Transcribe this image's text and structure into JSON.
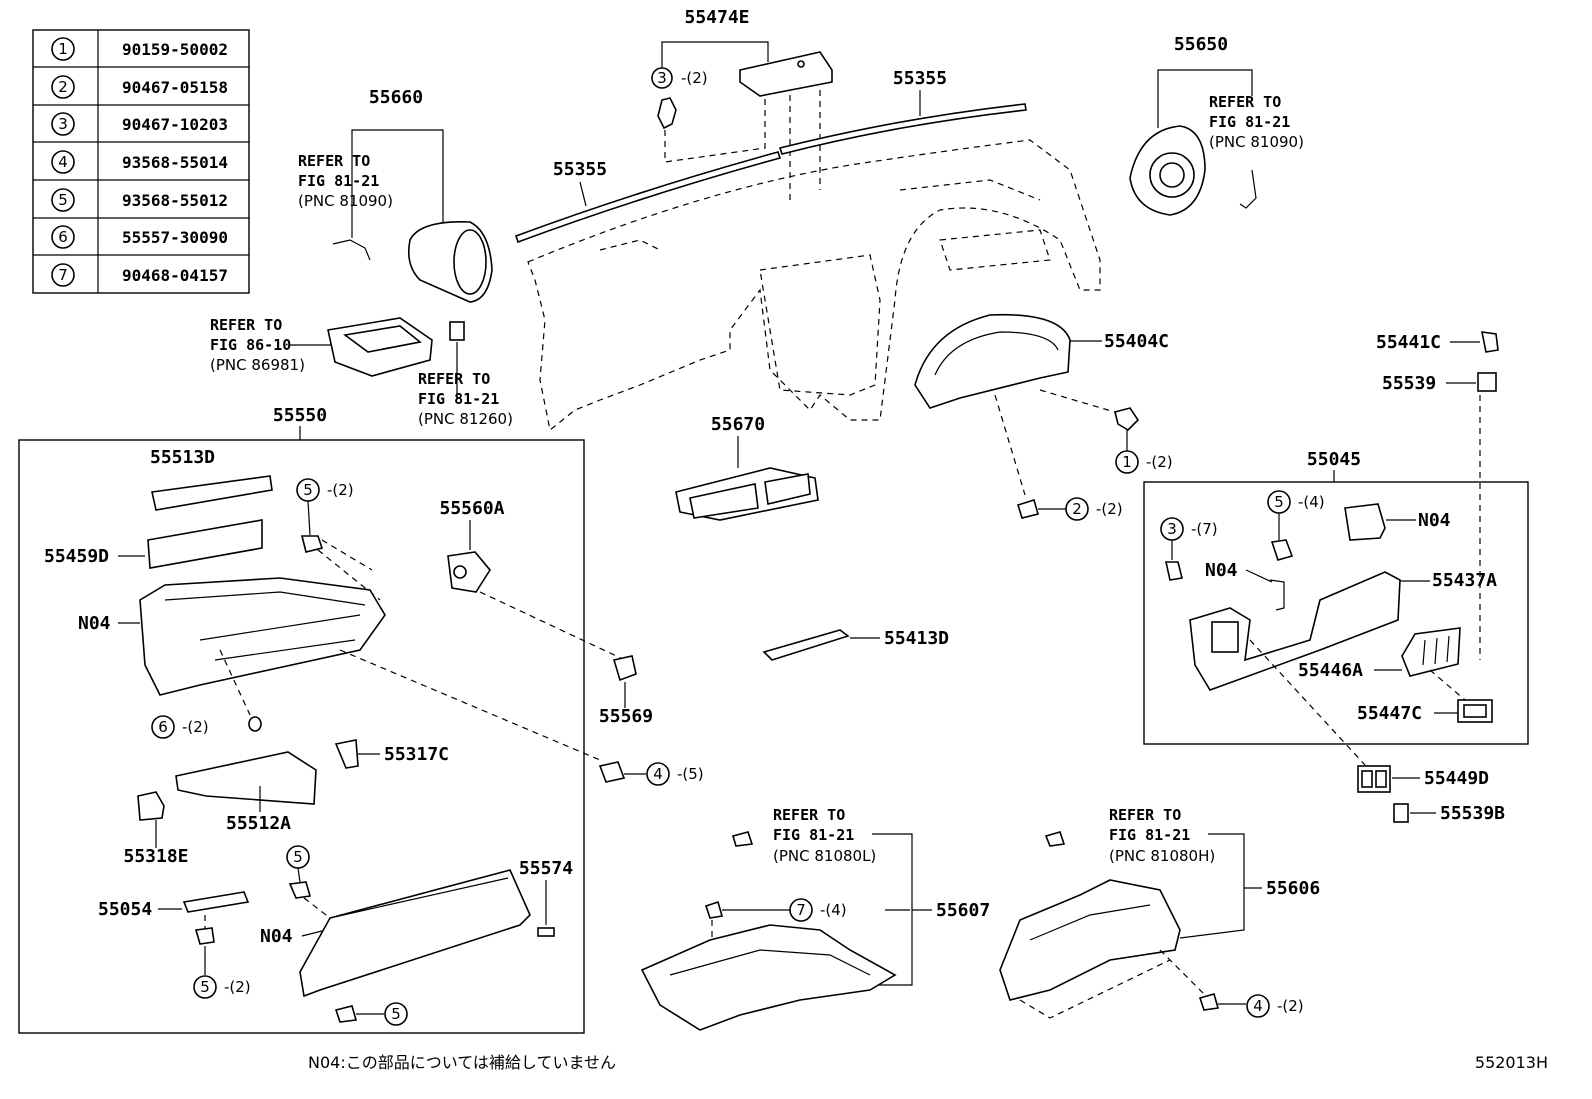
{
  "table": [
    {
      "key": "1",
      "part": "90159-50002"
    },
    {
      "key": "2",
      "part": "90467-05158"
    },
    {
      "key": "3",
      "part": "90467-10203"
    },
    {
      "key": "4",
      "part": "93568-55014"
    },
    {
      "key": "5",
      "part": "93568-55012"
    },
    {
      "key": "6",
      "part": "55557-30090"
    },
    {
      "key": "7",
      "part": "90468-04157"
    }
  ],
  "labels": {
    "p55474E": "55474E",
    "p55355a": "55355",
    "p55355b": "55355",
    "p55650": "55650",
    "p55660": "55660",
    "p55404C": "55404C",
    "p55441C": "55441C",
    "p55539": "55539",
    "p55670": "55670",
    "p55045": "55045",
    "p55550": "55550",
    "p55513D": "55513D",
    "p55459D": "55459D",
    "n04a": "N04",
    "p55560A": "55560A",
    "p55413D": "55413D",
    "p55437A": "55437A",
    "n04b": "N04",
    "n04c": "N04",
    "p55446A": "55446A",
    "p55447C": "55447C",
    "p55449D": "55449D",
    "p55539B": "55539B",
    "p55569": "55569",
    "p55317C": "55317C",
    "p55512A": "55512A",
    "p55318E": "55318E",
    "p55574": "55574",
    "p55054": "55054",
    "n04d": "N04",
    "p55607": "55607",
    "p55606": "55606"
  },
  "qty": {
    "c3top": "-(2)",
    "c1": "-(2)",
    "c2": "-(2)",
    "c5a": "-(2)",
    "c5r": "-(4)",
    "c3r": "-(7)",
    "c6": "-(2)",
    "c4mid": "-(5)",
    "c5b": "-(2)",
    "c7": "-(4)",
    "c4r": "-(2)"
  },
  "refs": {
    "r1": {
      "a": "REFER TO",
      "b": "FIG 81-21",
      "c": "(PNC 81090)"
    },
    "r2": {
      "a": "REFER TO",
      "b": "FIG 81-21",
      "c": "(PNC 81090)"
    },
    "r3": {
      "a": "REFER TO",
      "b": "FIG 86-10",
      "c": "(PNC 86981)"
    },
    "r4": {
      "a": "REFER TO",
      "b": "FIG 81-21",
      "c": "(PNC 81260)"
    },
    "r5": {
      "a": "REFER TO",
      "b": "FIG 81-21",
      "c": "(PNC 81080L)"
    },
    "r6": {
      "a": "REFER TO",
      "b": "FIG 81-21",
      "c": "(PNC 81080H)"
    }
  },
  "footnote": "N04:この部品については補給していません",
  "figure_code": "552013H"
}
